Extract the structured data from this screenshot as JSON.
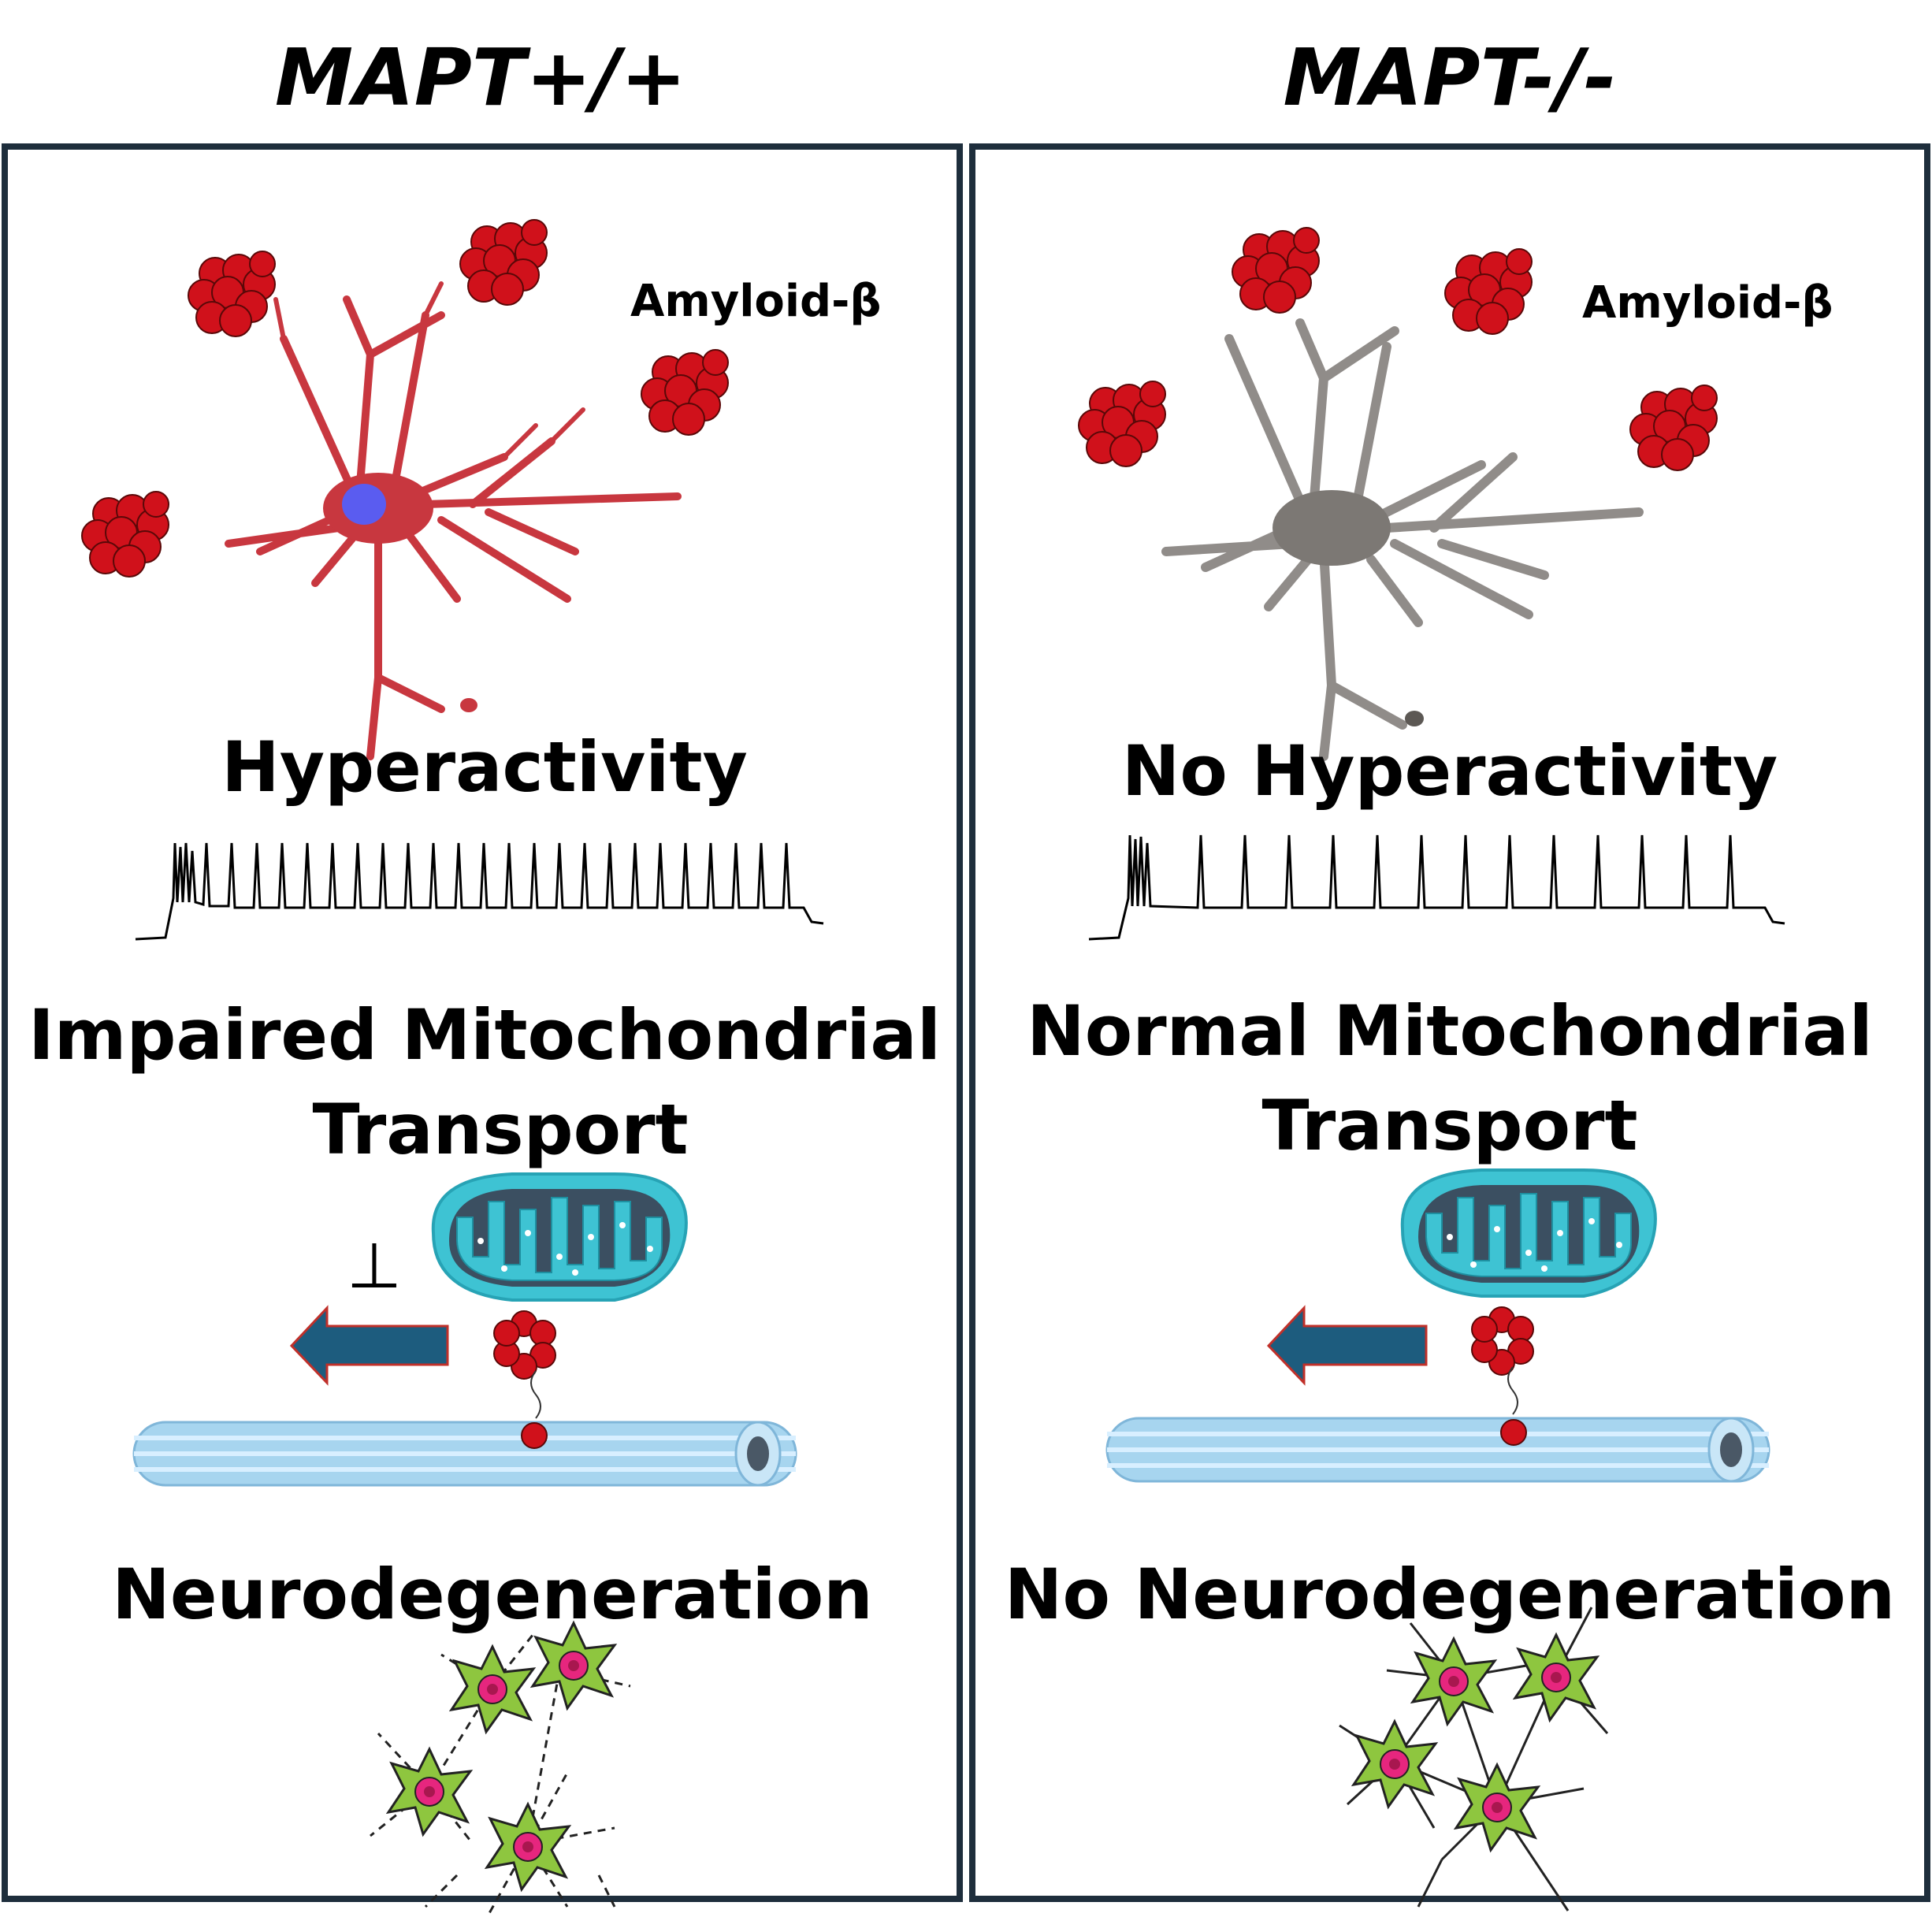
{
  "panels": [
    {
      "heading": "MAPT+/+",
      "amyloid_label": "Amyloid-β",
      "activity_label": "Hyperactivity",
      "transport_label_line1": "Impaired Mitochondrial",
      "transport_label_line2": "Transport",
      "inhibition_symbol": "⊥",
      "outcome_label": "Neurodegeneration"
    },
    {
      "heading": "MAPT-/-",
      "amyloid_label": "Amyloid-β",
      "activity_label": "No Hyperactivity",
      "transport_label_line1": "Normal Mitochondrial",
      "transport_label_line2": "Transport",
      "outcome_label": "No Neurodegeneration"
    }
  ],
  "colors": {
    "panel_border": "#1e2e3c",
    "amyloid_red": "#d0111b",
    "neuron_red": "#c8373f",
    "neuron_grey": "#7c7874",
    "nucleus_blue": "#5a5cf0",
    "mitochondrion_cyan": "#3ec3d3",
    "arrow_blue": "#1d5c7e",
    "arrow_outline": "#c0302a",
    "microtubule_blue": "#a7d5ef",
    "cell_green": "#8ec63f",
    "cell_nucleus_pink": "#e6267e"
  }
}
